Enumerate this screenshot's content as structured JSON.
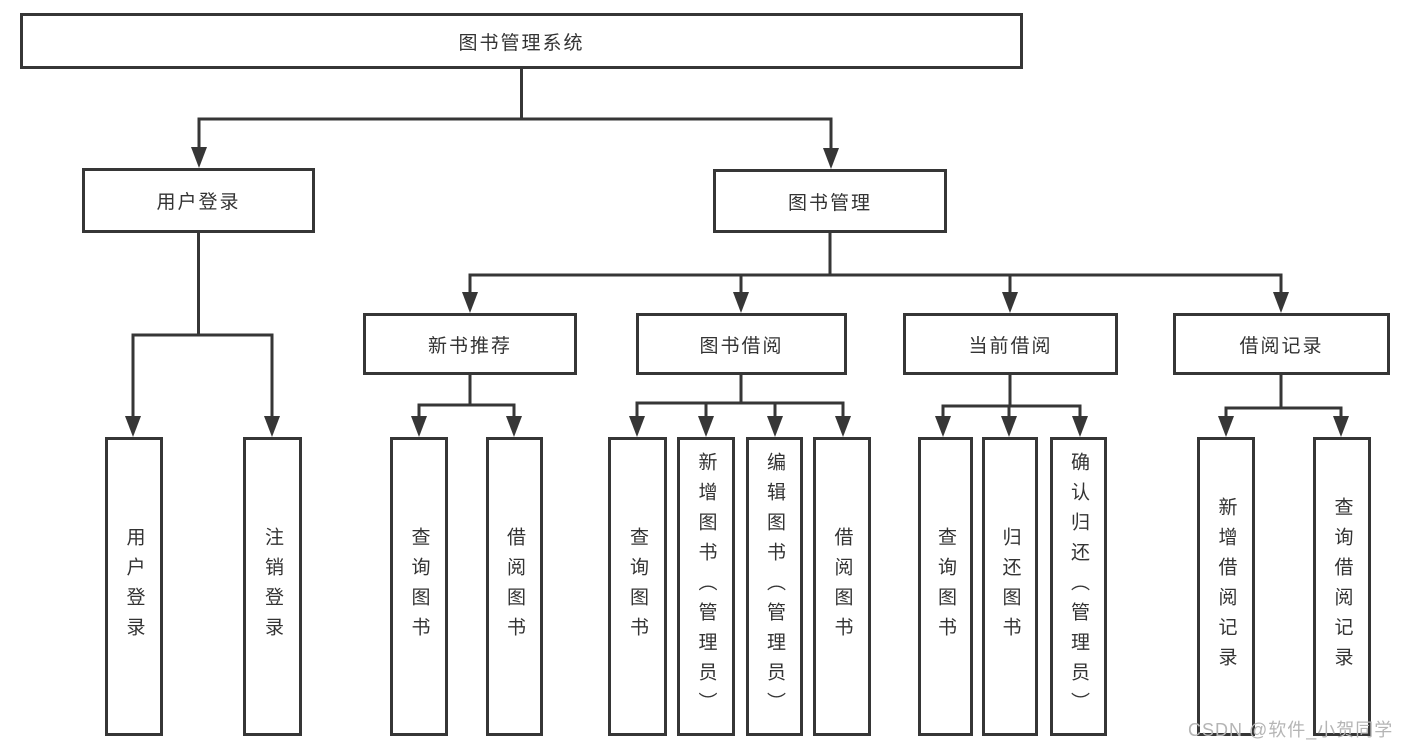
{
  "diagram": {
    "title": "图书管理系统",
    "root": {
      "label": "图书管理系统"
    },
    "level1": [
      {
        "id": "user-login",
        "label": "用户登录",
        "parent": "图书管理系统"
      },
      {
        "id": "book-management",
        "label": "图书管理",
        "parent": "图书管理系统"
      }
    ],
    "level2": [
      {
        "id": "new-book-recommend",
        "label": "新书推荐",
        "parent": "图书管理"
      },
      {
        "id": "book-borrowing",
        "label": "图书借阅",
        "parent": "图书管理"
      },
      {
        "id": "current-borrowing",
        "label": "当前借阅",
        "parent": "图书管理"
      },
      {
        "id": "borrowing-records",
        "label": "借阅记录",
        "parent": "图书管理"
      }
    ],
    "leaves": [
      {
        "label": "用户登录",
        "parent": "用户登录"
      },
      {
        "label": "注销登录",
        "parent": "用户登录"
      },
      {
        "label": "查询图书",
        "parent": "新书推荐"
      },
      {
        "label": "借阅图书",
        "parent": "新书推荐"
      },
      {
        "label": "查询图书",
        "parent": "图书借阅"
      },
      {
        "label": "新增图书（管理员）",
        "parent": "图书借阅"
      },
      {
        "label": "编辑图书（管理员）",
        "parent": "图书借阅"
      },
      {
        "label": "借阅图书",
        "parent": "图书借阅"
      },
      {
        "label": "查询图书",
        "parent": "当前借阅"
      },
      {
        "label": "归还图书",
        "parent": "当前借阅"
      },
      {
        "label": "确认归还（管理员）",
        "parent": "当前借阅"
      },
      {
        "label": "新增借阅记录",
        "parent": "借阅记录"
      },
      {
        "label": "查询借阅记录",
        "parent": "借阅记录"
      }
    ]
  },
  "watermark": {
    "text": "CSDN @软件_小贺同学",
    "color": "#b5b5b5"
  },
  "colors": {
    "line": "#363636",
    "box_border": "#363636",
    "text": "#333333",
    "background": "#ffffff"
  }
}
